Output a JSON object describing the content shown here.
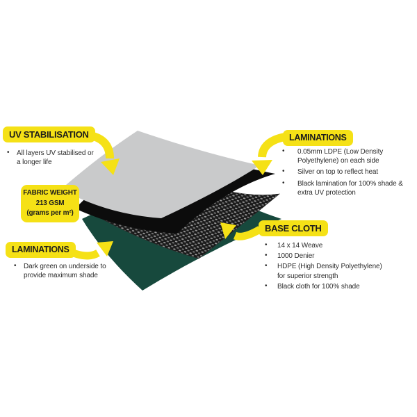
{
  "callouts": {
    "uv_stabilisation": {
      "title": "UV STABILISATION",
      "bullets": [
        "All layers UV stabilised or a longer life"
      ]
    },
    "fabric_weight": {
      "line1": "FABRIC WEIGHT",
      "line2": "213 GSM",
      "line3": "(grams per m²)"
    },
    "laminations_left": {
      "title": "LAMINATIONS",
      "bullets": [
        "Dark green on underside to provide maximum shade"
      ]
    },
    "laminations_right": {
      "title": "LAMINATIONS",
      "bullets": [
        "0.05mm LDPE (Low Density Polyethylene) on each side",
        "Silver on top to reflect heat",
        "Black lamination for 100% shade & extra UV protection"
      ]
    },
    "base_cloth": {
      "title": "BASE CLOTH",
      "bullets": [
        "14 x 14 Weave",
        "1000 Denier",
        "HDPE (High Density Polyethylene) for superior strength",
        "Black cloth for 100% shade"
      ]
    }
  },
  "diagram": {
    "layers": [
      {
        "name": "silver-lamination-sheet",
        "color": "#C9CACB"
      },
      {
        "name": "black-lamination-sheet",
        "color": "#0C0C0C"
      },
      {
        "name": "base-cloth-weave-sheet",
        "color": "#1A1A1A / #989898 weave"
      },
      {
        "name": "green-lamination-sheet",
        "color": "#17493D"
      }
    ],
    "icons": [
      "curved-arrow-icon"
    ]
  },
  "colors": {
    "callout_yellow": "#F5E116",
    "text_dark": "#2B2B2B",
    "background": "#FFFFFF"
  }
}
